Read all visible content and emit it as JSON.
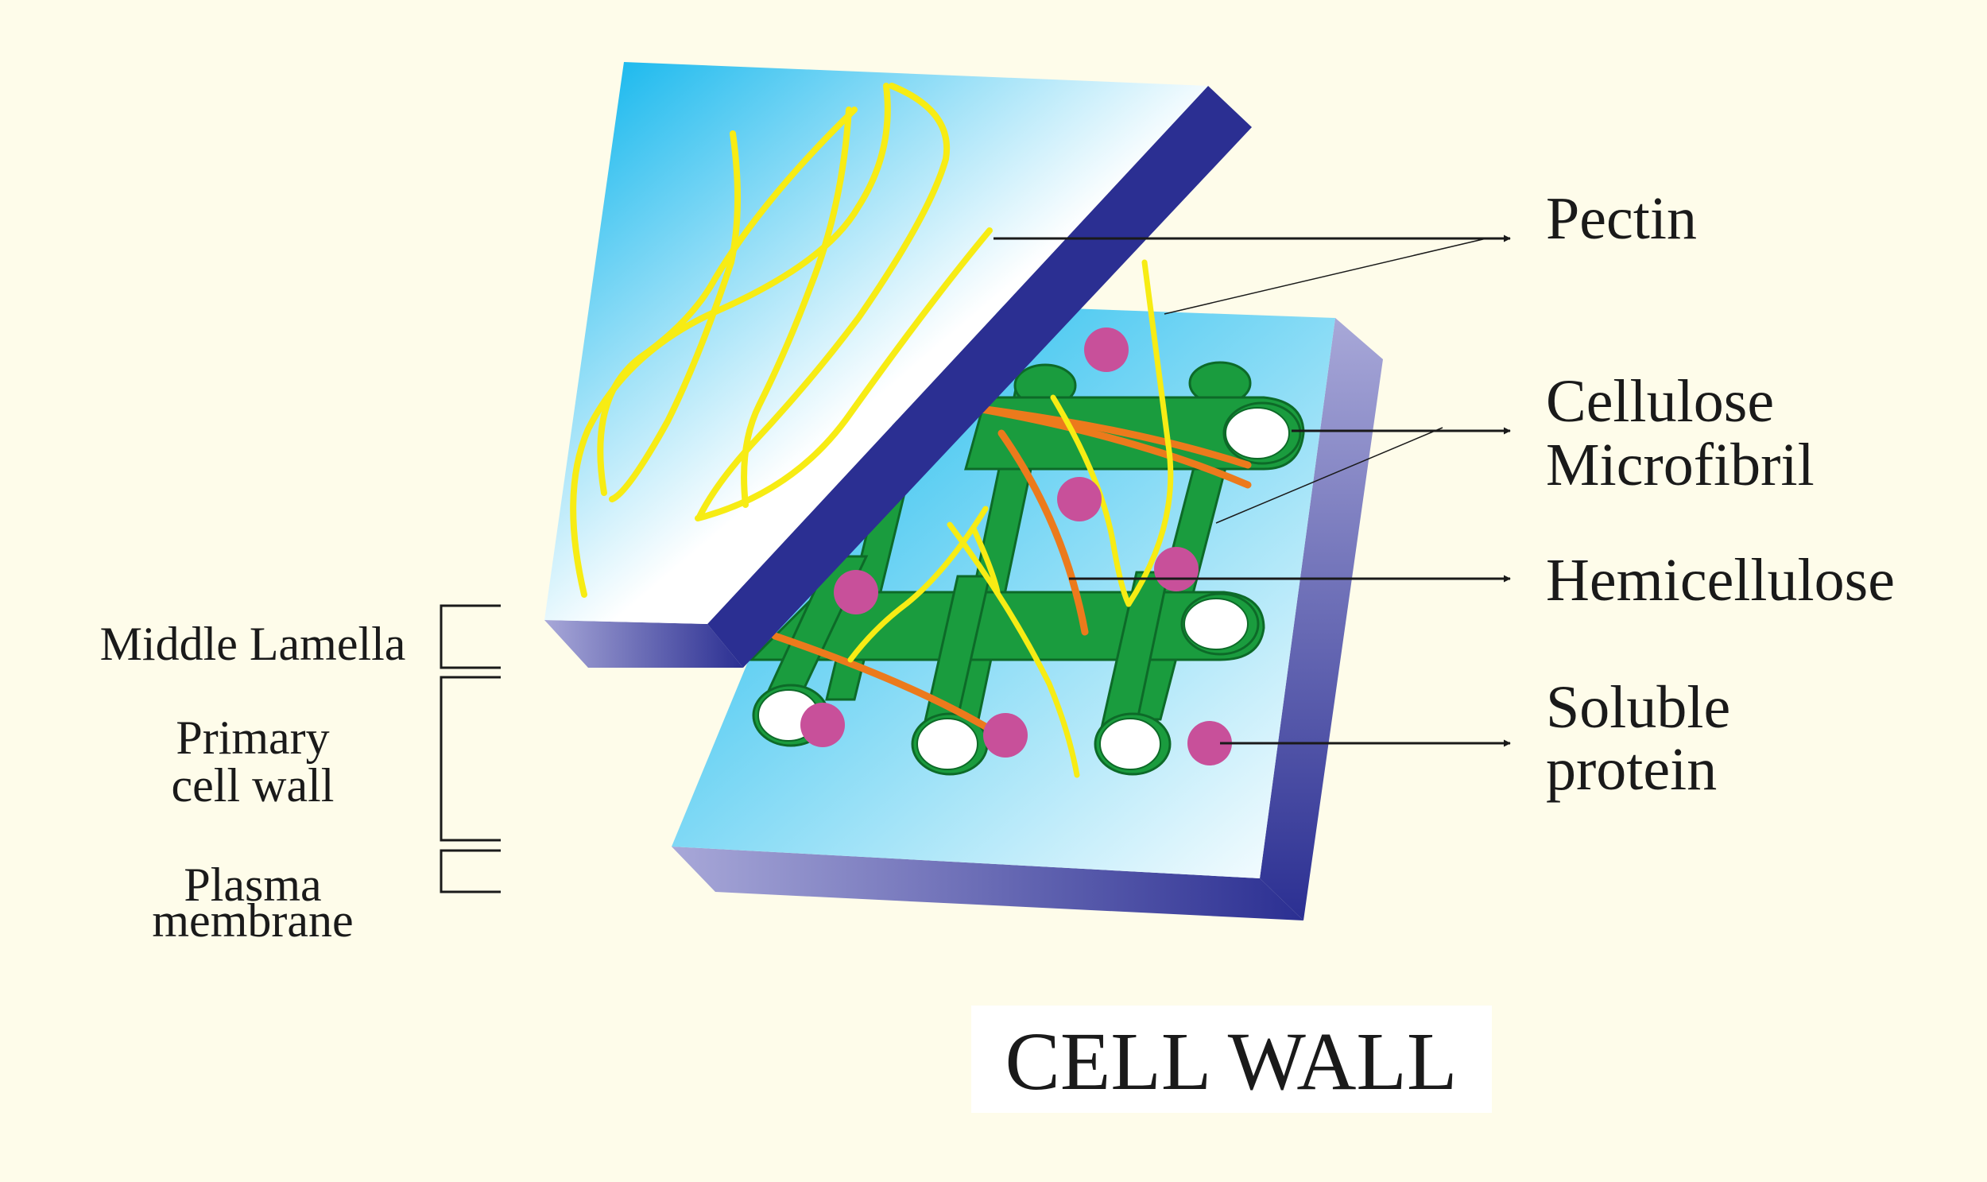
{
  "diagram": {
    "title": "CELL WALL",
    "labels_right": {
      "pectin": "Pectin",
      "cellulose_line1": "Cellulose",
      "cellulose_line2": "Microfibril",
      "hemicellulose": "Hemicellulose",
      "soluble_line1": "Soluble",
      "soluble_line2": "protein"
    },
    "labels_left": {
      "middle_lamella": "Middle Lamella",
      "primary_line1": "Primary",
      "primary_line2": "cell wall",
      "plasma_line1": "Plasma",
      "plasma_line2": "membrane"
    },
    "colors": {
      "background": "#fefcea",
      "wall_face_light": "#ffffff",
      "wall_face_blue": "#0ab4ee",
      "wall_edge": "#2b2f92",
      "wall_side": "#9a9ad0",
      "microfibril": "#1a9c3e",
      "pectin": "#f7ec14",
      "hemicellulose": "#ec7a1c",
      "soluble_protein": "#c8509a"
    }
  }
}
